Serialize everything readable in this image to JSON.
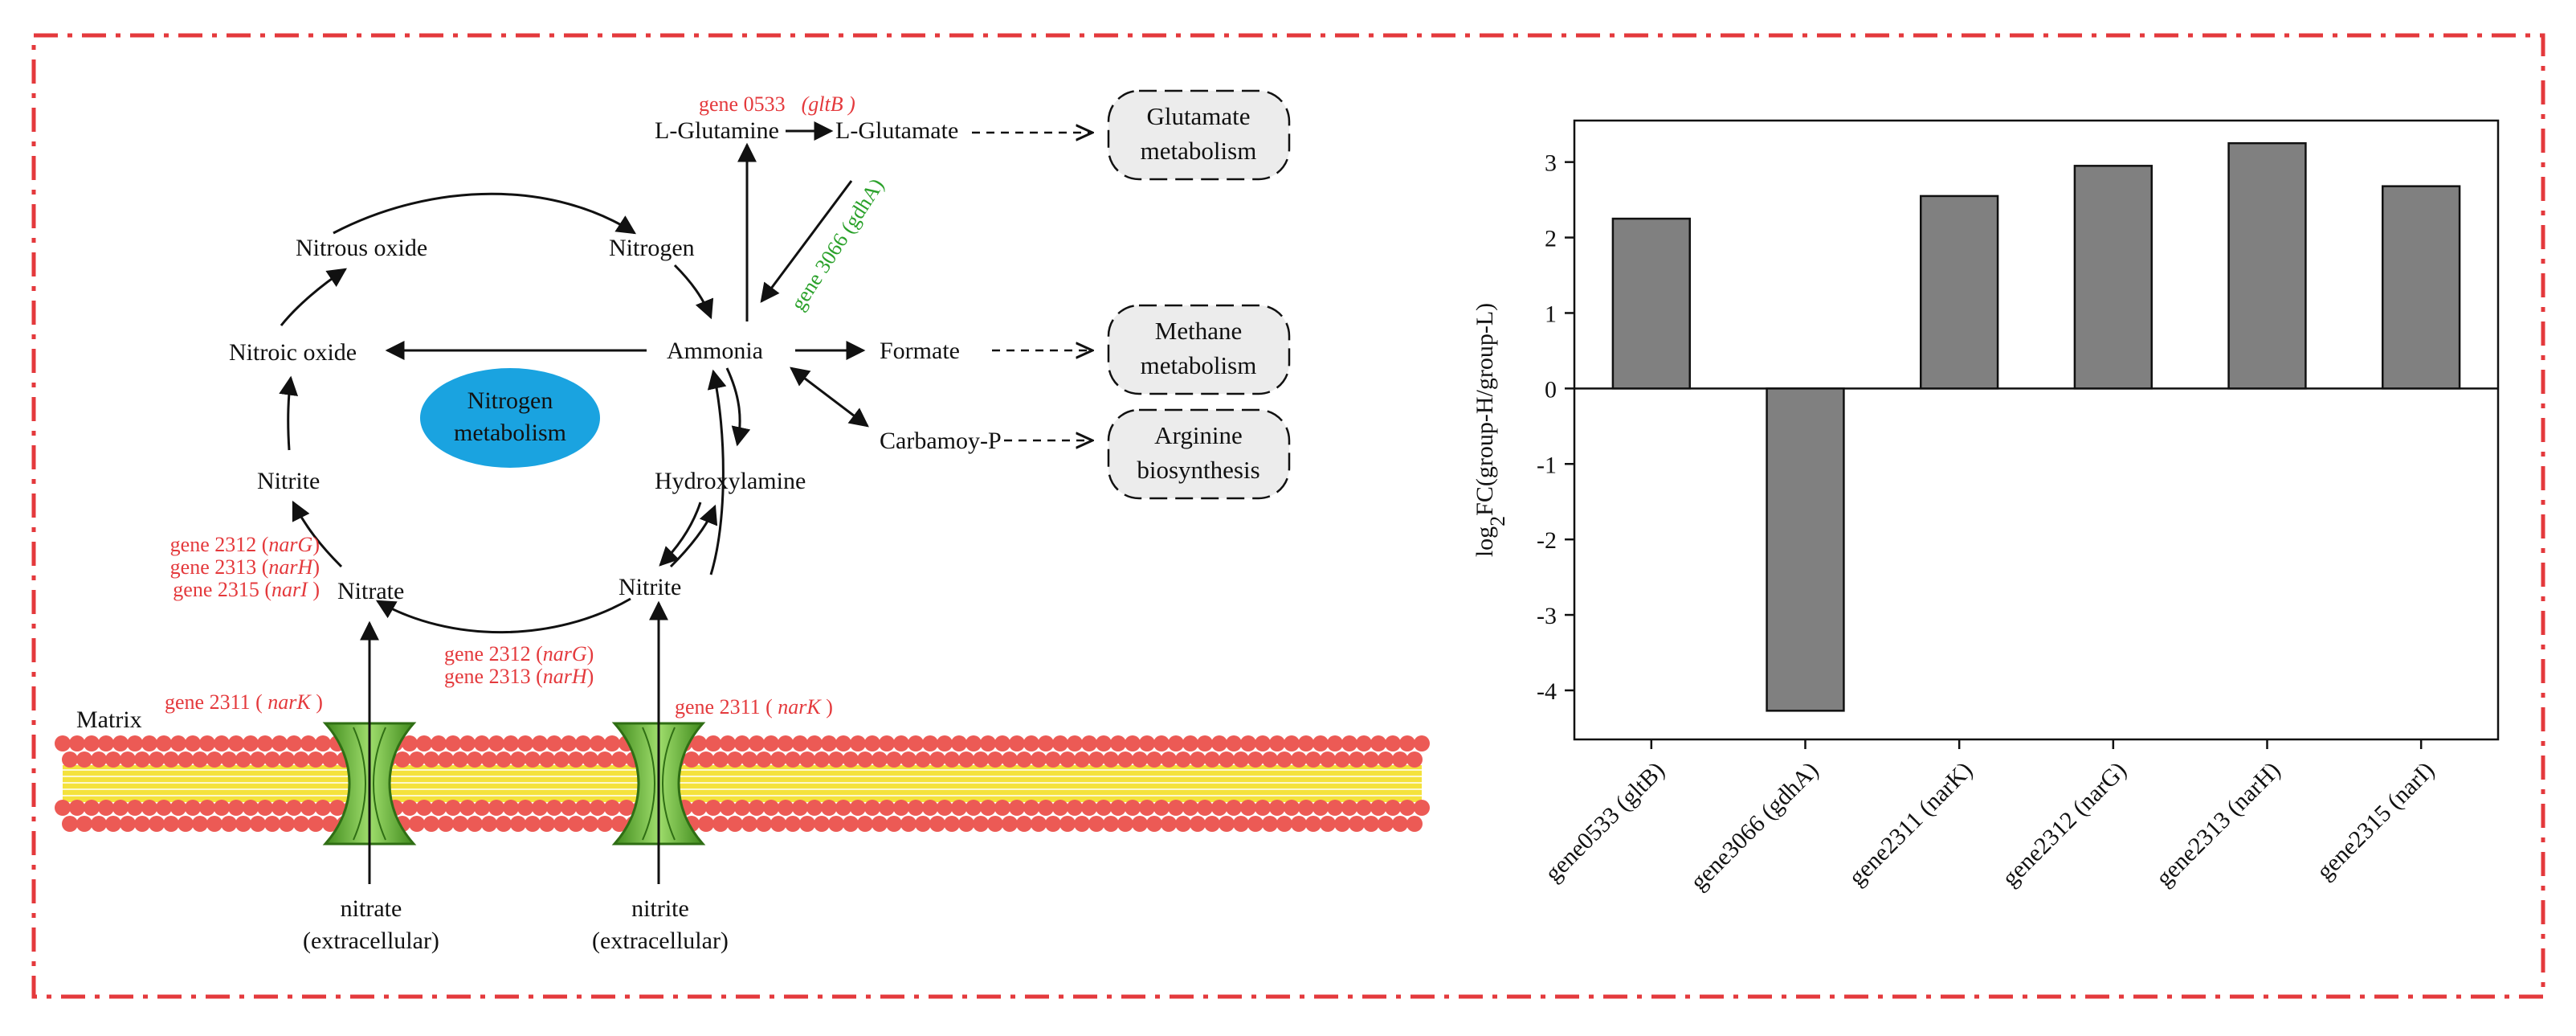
{
  "colors": {
    "frame": "#e4393c",
    "gene_red": "#e4393c",
    "gene_green": "#2aa12a",
    "ellipse": "#1aa3e0",
    "bar_fill": "#808080",
    "membrane_head": "#ec5a55",
    "membrane_tail": "#f4e23c",
    "channel": "#58a62c",
    "box_fill": "#ececec"
  },
  "pathway": {
    "nodes": {
      "l_glutamine": "L-Glutamine",
      "l_glutamate": "L-Glutamate",
      "nitrous_oxide": "Nitrous oxide",
      "nitrogen": "Nitrogen",
      "nitric_oxide": "Nitroic oxide",
      "ammonia": "Ammonia",
      "formate": "Formate",
      "carbamoy_p": "Carbamoy-P",
      "hydroxylamine": "Hydroxylamine",
      "nitrite_left": "Nitrite",
      "nitrite_right": "Nitrite",
      "nitrate": "Nitrate",
      "matrix": "Matrix",
      "nitrate_ext_1": "nitrate",
      "nitrate_ext_2": "(extracellular)",
      "nitrite_ext_1": "nitrite",
      "nitrite_ext_2": "(extracellular)"
    },
    "center_label_1": "Nitrogen",
    "center_label_2": "metabolism",
    "boxes": {
      "glutamate_1": "Glutamate",
      "glutamate_2": "metabolism",
      "methane_1": "Methane",
      "methane_2": "metabolism",
      "arginine_1": "Arginine",
      "arginine_2": "biosynthesis"
    },
    "genes": {
      "g0533_prefix": "gene 0533",
      "g0533_italic": "(gltB )",
      "g3066": "gene 3066 (gdhA)",
      "left_1_prefix": "gene 2312 (",
      "left_1_italic": "narG",
      "left_1_suffix": ")",
      "left_2_prefix": "gene 2313 (",
      "left_2_italic": "narH",
      "left_2_suffix": ")",
      "left_3_prefix": "gene 2315 (",
      "left_3_italic": "narI",
      "left_3_suffix": " )",
      "bottom_1_prefix": "gene 2312 (",
      "bottom_1_italic": "narG",
      "bottom_1_suffix": ")",
      "bottom_2_prefix": "gene 2313 (",
      "bottom_2_italic": "narH",
      "bottom_2_suffix": ")",
      "g2311a_prefix": "gene 2311 ( ",
      "g2311a_italic": "narK",
      "g2311a_suffix": " )",
      "g2311b_prefix": "gene 2311 ( ",
      "g2311b_italic": "narK",
      "g2311b_suffix": " )"
    }
  },
  "chart_data": {
    "type": "bar",
    "categories": [
      "gene0533 (gltB)",
      "gene3066 (gdhA)",
      "gene2311 (narK)",
      "gene2312 (narG)",
      "gene2313 (narH)",
      "gene2315 (narI)"
    ],
    "values": [
      2.25,
      -4.27,
      2.55,
      2.95,
      3.25,
      2.68
    ],
    "ylabel_prefix": "log",
    "ylabel_sub": "2",
    "ylabel_suffix": "FC(group-H/group-L)",
    "ylim": [
      -4.65,
      3.55
    ],
    "yticks": [
      -4,
      -3,
      -2,
      -1,
      0,
      1,
      2,
      3
    ],
    "grid": false
  }
}
